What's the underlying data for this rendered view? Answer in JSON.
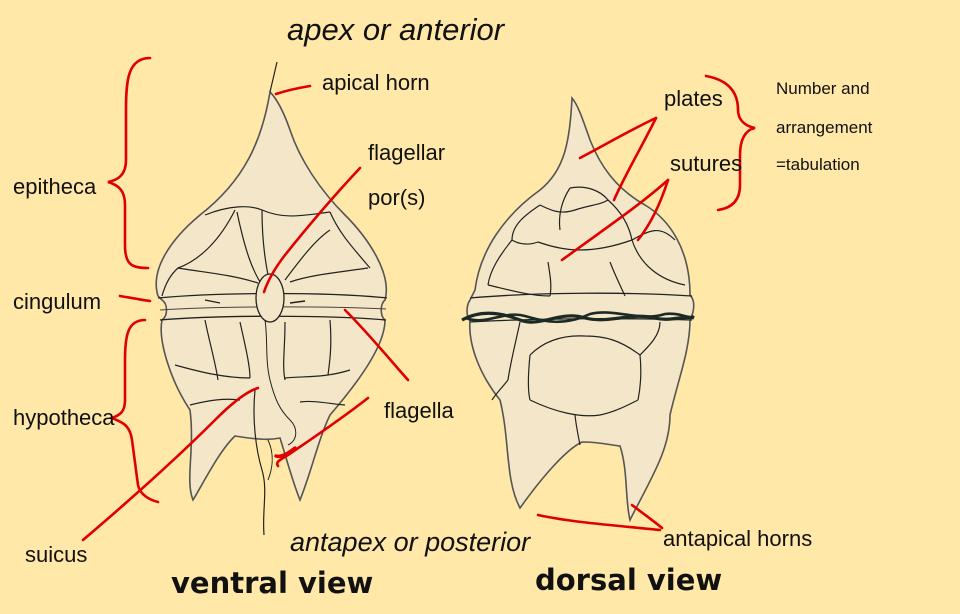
{
  "title_top": "apex or anterior",
  "title_bottom": "antapex or posterior",
  "labels": {
    "apical_horn": "apical horn",
    "flagellar": "flagellar",
    "pores": "por(s)",
    "epitheca": "epitheca",
    "cingulum": "cingulum",
    "hypotheca": "hypotheca",
    "flagella": "flagella",
    "sulcus": "suicus",
    "plates": "plates",
    "sutures": "sutures",
    "number_and": "Number and",
    "arrangement": "arrangement",
    "tabulation": "=tabulation",
    "antapical_horns": "antapical horns"
  },
  "views": {
    "ventral": "ventral view",
    "dorsal": "dorsal view"
  },
  "colors": {
    "background": "#ffe8a8",
    "cell_fill": "#f4e6c8",
    "cell_stroke": "#555555",
    "annotation": "#e00000"
  }
}
